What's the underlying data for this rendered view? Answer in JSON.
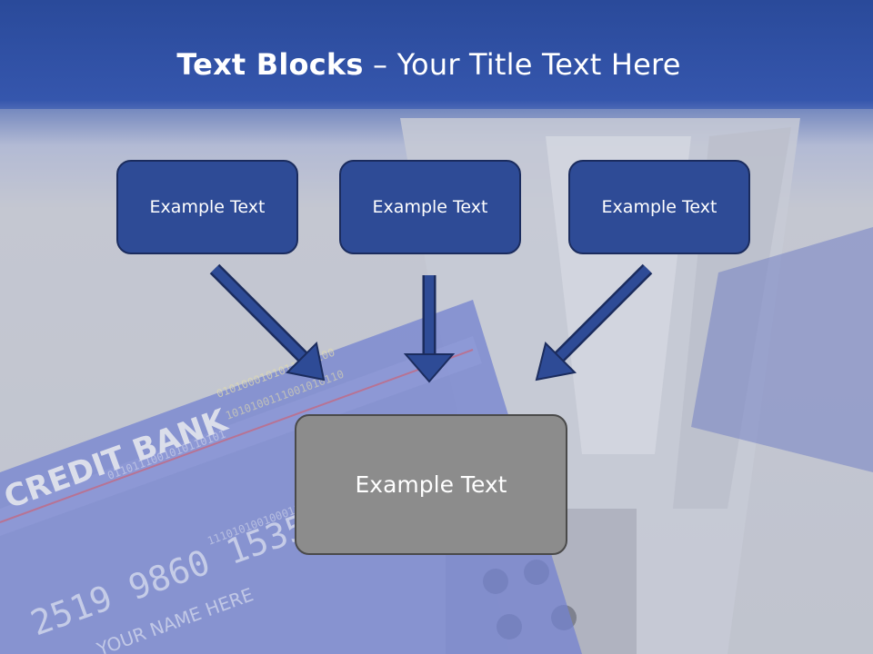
{
  "title": {
    "strong": "Text Blocks",
    "dash": " – ",
    "light": "Your Title Text Here"
  },
  "boxes": {
    "left": "Example Text",
    "middle": "Example Text",
    "right": "Example Text",
    "bottom": "Example Text"
  },
  "background_art": {
    "card_bank_name": "CREDIT BANK",
    "card_number_fragment": "2519 9860 1535",
    "card_name": "YOUR NAME HERE",
    "binary_rows": [
      "0101000101011010100",
      "1010100111001010110",
      "0110111001010110101",
      "1110101001000110101"
    ]
  },
  "colors": {
    "header": "#2a4a9a",
    "top_box_fill": "#2e4b96",
    "top_box_border": "#1b2c5e",
    "arrow": "#2e4b96",
    "bottom_box_fill": "#8c8c8c"
  }
}
